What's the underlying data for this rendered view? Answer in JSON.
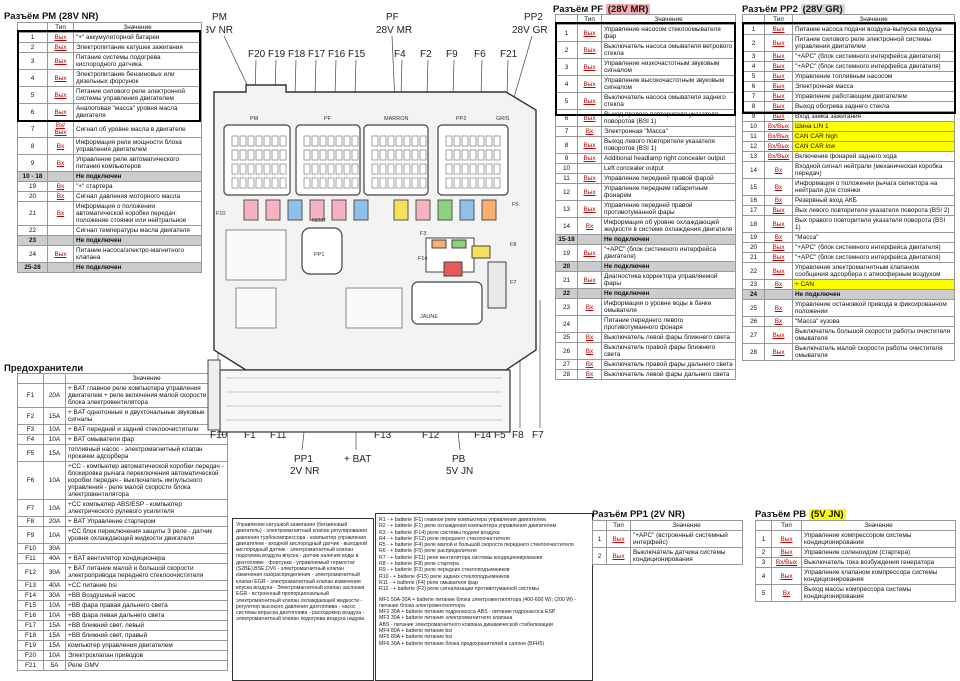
{
  "pm": {
    "title": "Разъём PM (28V NR)",
    "headers": [
      "",
      "Тип",
      "Значение"
    ],
    "rows": [
      {
        "n": "1",
        "t": "Вых",
        "d": "\"+\" аккумуляторной батареи"
      },
      {
        "n": "2",
        "t": "Вых",
        "d": "Электропитание катушек зажигания"
      },
      {
        "n": "3",
        "t": "Вых",
        "d": "Питание системы подогрева кислородного датчика"
      },
      {
        "n": "4",
        "t": "Вых",
        "d": "Электропитание бензиновых или дизельных форсунок"
      },
      {
        "n": "5",
        "t": "Вых",
        "d": "Питание силового реле электронной системы управления двигателем"
      },
      {
        "n": "6",
        "t": "Вых",
        "d": "Аналоговая \"масса\" уровня масла двигателя"
      },
      {
        "n": "7",
        "t": "Вх/Вых",
        "d": "Сигнал об уровне масла в двигателе"
      },
      {
        "n": "8",
        "t": "Вх",
        "d": "Информация реле мощности блока управления двигателем"
      },
      {
        "n": "9",
        "t": "Вх",
        "d": "Управление реле автоматического питания компьютеров"
      },
      {
        "n": "10 - 18",
        "t": "",
        "d": "Не подключен",
        "nc": true
      },
      {
        "n": "19",
        "t": "Вх",
        "d": "\"+\" стартера"
      },
      {
        "n": "20",
        "t": "Вх",
        "d": "Сигнал давления моторного масла"
      },
      {
        "n": "21",
        "t": "Вх",
        "d": "Информация о положении автоматической коробки передач: положение стоянки или нейтральное"
      },
      {
        "n": "22",
        "t": "",
        "d": "Сигнал температуры масла двигателя"
      },
      {
        "n": "23",
        "t": "",
        "d": "Не подключен",
        "nc": true
      },
      {
        "n": "24",
        "t": "Вых",
        "d": "Питание насоса/электро-магнитного клапана"
      },
      {
        "n": "25-28",
        "t": "",
        "d": "Не подключен",
        "nc": true
      }
    ]
  },
  "fuses": {
    "title": "Предохранители",
    "headers": [
      "",
      "",
      "Значение"
    ],
    "rows": [
      {
        "n": "F1",
        "a": "20A",
        "d": "+ BAT главное реле компьютера управления двигателем + реле включения малой скорости блока электровентилятора"
      },
      {
        "n": "F2",
        "a": "15A",
        "d": "+ BAT однотонные и двухтональные звуковые сигналы"
      },
      {
        "n": "F3",
        "a": "10A",
        "d": "+ BAT передний и задний стеклоочистители"
      },
      {
        "n": "F4",
        "a": "10A",
        "d": "+ BAT омыватели фар"
      },
      {
        "n": "F5",
        "a": "15A",
        "d": "топливный насос - электромагнитный клапан прокачки адсорбера"
      },
      {
        "n": "F6",
        "a": "10A",
        "d": "+CC - компьютер автоматической коробки передач - блокировка рычага переключения автоматической коробки передач - выключатель импульсного управления - реле малой скорости блока электровентилятора"
      },
      {
        "n": "F7",
        "a": "10A",
        "d": "+CC компьютер ABS/ESP - компьютер электрического рулевого усилителя"
      },
      {
        "n": "F8",
        "a": "20A",
        "d": "+ BAT Управление стартером"
      },
      {
        "n": "F9",
        "a": "10A",
        "d": "+CC блок переключения защиты 3 реле - датчик уровня охлаждающей жидкости двигателя"
      },
      {
        "n": "F10",
        "a": "30A",
        "d": ""
      },
      {
        "n": "F11",
        "a": "40A",
        "d": "+ BAT вентилятор кондиционера"
      },
      {
        "n": "F12",
        "a": "30A",
        "d": "+ BAT питание малой и большой скорости электропривода переднего стеклоочистителя"
      },
      {
        "n": "F13",
        "a": "40A",
        "d": "+CC питание bsi"
      },
      {
        "n": "F14",
        "a": "30A",
        "d": "+BB Воздушный насос"
      },
      {
        "n": "F15",
        "a": "10A",
        "d": "+BB фара правая дальнего света"
      },
      {
        "n": "F16",
        "a": "10A",
        "d": "+BB фара левая дальнего света"
      },
      {
        "n": "F17",
        "a": "15A",
        "d": "+BB ближний свет, левый"
      },
      {
        "n": "F18",
        "a": "15A",
        "d": "+BB ближний свет, правый"
      },
      {
        "n": "F19",
        "a": "15A",
        "d": "компьютер управления двигателем"
      },
      {
        "n": "F20",
        "a": "10A",
        "d": "Электроклапан приводов"
      },
      {
        "n": "F21",
        "a": "5A",
        "d": "Реле GMV"
      }
    ]
  },
  "pf": {
    "title": "Разъём PF",
    "title_hl": "(28V MR)",
    "headers": [
      "",
      "Тип",
      "Значение"
    ],
    "rows": [
      {
        "n": "1",
        "t": "Вых",
        "d": "Управление насосом стеклоомывателя фар"
      },
      {
        "n": "2",
        "t": "Вых",
        "d": "Выключатель насоса омывателя ветрового стекла"
      },
      {
        "n": "3",
        "t": "Вых",
        "d": "Управление низкочастотным звуковым сигналом"
      },
      {
        "n": "4",
        "t": "Вых",
        "d": "Управление высокочастотным звуковым сигналом"
      },
      {
        "n": "5",
        "t": "Вых",
        "d": "Выключатель насоса омывателя заднего стекла"
      },
      {
        "n": "6",
        "t": "Вых",
        "d": "Выход правого повторителя указателя поворотов (BSI 1)"
      },
      {
        "n": "7",
        "t": "Вх",
        "d": "Электронная \"Масса\""
      },
      {
        "n": "8",
        "t": "Вых",
        "d": "Выход левого повторителя указателя поворотов (BSI 1)"
      },
      {
        "n": "9",
        "t": "Вых",
        "d": "Additional headlamp right concealer output"
      },
      {
        "n": "10",
        "t": "",
        "d": "Left concealer output"
      },
      {
        "n": "11",
        "t": "Вых",
        "d": "Управление передней правой фарой"
      },
      {
        "n": "12",
        "t": "Вых",
        "d": "Управление передним габаритным фонарем"
      },
      {
        "n": "13",
        "t": "Вых",
        "d": "Управление передней правой противотуманной фары"
      },
      {
        "n": "14",
        "t": "Вх",
        "d": "Информация об уровне охлаждающей жидкости в системе охлаждения двигателя"
      },
      {
        "n": "15-18",
        "t": "",
        "d": "Не подключен",
        "nc": true
      },
      {
        "n": "19",
        "t": "Вых",
        "d": "\"+АРС\" (блок системного интерфейса двигателя)"
      },
      {
        "n": "20",
        "t": "",
        "d": "Не подключен",
        "nc": true
      },
      {
        "n": "21",
        "t": "Вых",
        "d": "Диагностика корректора управляемой фары"
      },
      {
        "n": "22",
        "t": "",
        "d": "Не подключен",
        "nc": true
      },
      {
        "n": "23",
        "t": "Вх",
        "d": "Информация о уровне воды в бачке омывателя"
      },
      {
        "n": "24",
        "t": "",
        "d": "Питание переднего левого противотуманного фонаря"
      },
      {
        "n": "25",
        "t": "Вх",
        "d": "Выключатель левой фары ближнего света"
      },
      {
        "n": "26",
        "t": "Вх",
        "d": "Выключатель правой фары ближнего света"
      },
      {
        "n": "27",
        "t": "Вх",
        "d": "Выключатель правой фары дальнего света"
      },
      {
        "n": "28",
        "t": "Вх",
        "d": "Выключатель левой фары дальнего света"
      }
    ]
  },
  "pp2": {
    "title": "Разъём PP2",
    "title_hl": "(28V GR)",
    "headers": [
      "",
      "Тип",
      "Значение"
    ],
    "rows": [
      {
        "n": "1",
        "t": "Вых",
        "d": "Питание насоса подачи воздуха-выпуска воздуха"
      },
      {
        "n": "2",
        "t": "Вых",
        "d": "Питание силового реле электронной системы управления двигателем"
      },
      {
        "n": "3",
        "t": "Вых",
        "d": "\"+АРС\" (блок системного интерфейса двигателя)"
      },
      {
        "n": "4",
        "t": "Вых",
        "d": "\"+АРС\" (блок системного интерфейса двигателя)"
      },
      {
        "n": "5",
        "t": "Вых",
        "d": "Управление топливным насосом"
      },
      {
        "n": "6",
        "t": "Вых",
        "d": "Электронная масса"
      },
      {
        "n": "7",
        "t": "Вых",
        "d": "Управление работающим двигателем"
      },
      {
        "n": "8",
        "t": "Вых",
        "d": "Выход обогрева заднего стекла"
      },
      {
        "n": "9",
        "t": "Вых",
        "d": "Вход замка зажигания"
      },
      {
        "n": "10",
        "t": "Вх/Вых",
        "d": "Шина LIN 1",
        "y": true
      },
      {
        "n": "11",
        "t": "Вх/Вых",
        "d": "CAN CAR high",
        "y": true
      },
      {
        "n": "12",
        "t": "Вх/Вых",
        "d": "CAN CAR low",
        "y": true
      },
      {
        "n": "13",
        "t": "Вх/Вых",
        "d": "Включение фонарей заднего хода"
      },
      {
        "n": "14",
        "t": "Вх",
        "d": "Входной сигнал нейтрали (механическая коробка передач)"
      },
      {
        "n": "15",
        "t": "Вх",
        "d": "Информация о положении рычага селектора на нейтрали для стоянки"
      },
      {
        "n": "16",
        "t": "Вх",
        "d": "Резервный вход АКБ"
      },
      {
        "n": "17",
        "t": "Вых",
        "d": "Вых левого повторителя указателя поворота (BSI 2)"
      },
      {
        "n": "18",
        "t": "Вых",
        "d": "Вых правого повторителя указателя поворота (BSI 1)"
      },
      {
        "n": "19",
        "t": "Вх",
        "d": "\"Масса\""
      },
      {
        "n": "20",
        "t": "Вых",
        "d": "\"+АРС\" (блок системного интерфейса двигателя)"
      },
      {
        "n": "21",
        "t": "Вых",
        "d": "\"+АРС\" (блок системного интерфейса двигателя)"
      },
      {
        "n": "22",
        "t": "Вых",
        "d": "Управление электромагнитным клапаном сообщения адсорбера с атмосферным воздухом"
      },
      {
        "n": "23",
        "t": "Вх",
        "d": "+ CAN",
        "y": true
      },
      {
        "n": "24",
        "t": "",
        "d": "Не подключен",
        "nc": true
      },
      {
        "n": "25",
        "t": "Вх",
        "d": "Управление остановкой привода в фиксированном положении"
      },
      {
        "n": "26",
        "t": "Вх",
        "d": "\"Масса\" кузова"
      },
      {
        "n": "27",
        "t": "Вых",
        "d": "Выключатель большой скорости работы очистителя омывателя"
      },
      {
        "n": "28",
        "t": "Вых",
        "d": "Выключатель малой скорости работы очистителя омывателя"
      }
    ]
  },
  "pp1": {
    "title": "Разъём PP1 (2V NR)",
    "headers": [
      "",
      "Тип",
      "Значение"
    ],
    "rows": [
      {
        "n": "1",
        "t": "Вых",
        "d": "\"+АРС\" (встроенный системный интерфейс)"
      },
      {
        "n": "2",
        "t": "Вых",
        "d": "Выключатель датчика системы кондиционирования"
      }
    ]
  },
  "pb": {
    "title": "Разъём PB",
    "title_hl": "(5V JN)",
    "headers": [
      "",
      "Тип",
      "Значение"
    ],
    "rows": [
      {
        "n": "1",
        "t": "Вых",
        "d": "Управление компрессором системы кондиционирования"
      },
      {
        "n": "2",
        "t": "Вых",
        "d": "Управление соленоидом (стартера)"
      },
      {
        "n": "3",
        "t": "Вх/Вых",
        "d": "Выключатель тока возбуждения генератора"
      },
      {
        "n": "4",
        "t": "Вых",
        "d": "Управление клапаном компрессора системы кондиционирования"
      },
      {
        "n": "5",
        "t": "Вх",
        "d": "Выход массы компрессора системы кондиционирования"
      }
    ]
  },
  "note1": {
    "lines": [
      "Управление катушкой зажигания (бензиновый двигатель) - электромагнитный клапан регулирования давления турбокомпрессора - компьютер управления двигателем - входной кислородный датчик - выходной кислородный датчик - электромагнитный клапан подогрева воздуха впуска - датчик наличия воды в дизтопливе - форсунки - управляемый термостат (S2BE),BSE,DV6 - электромагнитный клапан изменения газораспределения - электромагнитный клапан EGR - электромагнитный клапан изменения впуска воздуха - Электромагнитный клапан заслонки EGR - встроенный пропорциональный электромагнитный клапан охлаждающей жидкости - регулятор высокого давления дизтоплива - насос системы впрыска дизтоплива - расходомер воздуха - электромагнитный клапан подогрева воздуха надува"
    ]
  },
  "note2": {
    "lines": [
      "R1 - + batterie (F1) главное реле компьютера управления двигателем",
      "R2 - + batterie (F1) реле охлаждения компьютера управления двигателем",
      "R3 - + batterie (F14) реле системы подачи воздуха",
      "R4 - + batterie (F12) реле переднего стеклоочистителя",
      "R5 - + batterie (F4) реле малой и большой скорости переднего стеклоочистителя",
      "R6 - + batterie (F5) реле распределителя",
      "R7 - + batterie (F11) реле вентилятора системы кондиционирования",
      "R8 - + batterie (F8) реле стартера",
      "R9 - + batterie (F3) реле передних стеклоподъемников",
      "R10 - + batterie (F15) реле задних стеклоподъемников",
      "R11 - + batterie (F4) реле омывателя фар",
      "R12 - + batterie (F2) реле сигнализации противотуманной системы",
      "",
      "MF1 50A-30A + batterie питание блока электровентилятора (400-600 W); (200 W) - питание блока электровентилятора",
      "MF2 30A + batterie питание гидронасоса ABS - питание гидронасоса ESP",
      "MF3 30A + batterie питание электромагнитного клапана",
      "ABS - питание электромагнитного клапана динамической стабилизации",
      "MF4 80A + batterie питание bsi",
      "MF5 80A + batterie питание bsi",
      "MF6 30A + batterie питание блока предохранителей в салоне (BFH5)"
    ]
  },
  "diagram": {
    "top_labels": {
      "pm": "PM",
      "pm_v": "28V NR",
      "pf": "PF",
      "pf_v": "28V MR",
      "pp2": "PP2",
      "pp2_v": "28V GR"
    },
    "fuse_labels_top": [
      "F20",
      "F19",
      "F18",
      "F17",
      "F16",
      "F15",
      "F4",
      "F2",
      "F9",
      "F6",
      "F21"
    ],
    "fuse_labels_bottom": [
      "F10",
      "F1",
      "F11",
      "F13",
      "F12",
      "F14",
      "F5",
      "F8",
      "F7"
    ],
    "bottom_labels": {
      "pp1": "PP1",
      "pp1_v": "2V NR",
      "bat": "+ BAT",
      "pb": "PB",
      "pb_v": "5V JN"
    },
    "board_marks": [
      "PM",
      "PF",
      "MARRON",
      "PP2",
      "GRIS",
      "NOIR",
      "PP1",
      "JAUNE",
      "PB",
      "F3",
      "F14",
      "F5",
      "F8",
      "F7",
      "F10"
    ],
    "colors": {
      "fuse_pink": "#f6b2c0",
      "fuse_blue": "#8ec0ea",
      "fuse_yellow": "#f6e25a",
      "fuse_green": "#8fd27c",
      "fuse_orange": "#f8b070",
      "relay_red": "#e85a5a"
    }
  }
}
